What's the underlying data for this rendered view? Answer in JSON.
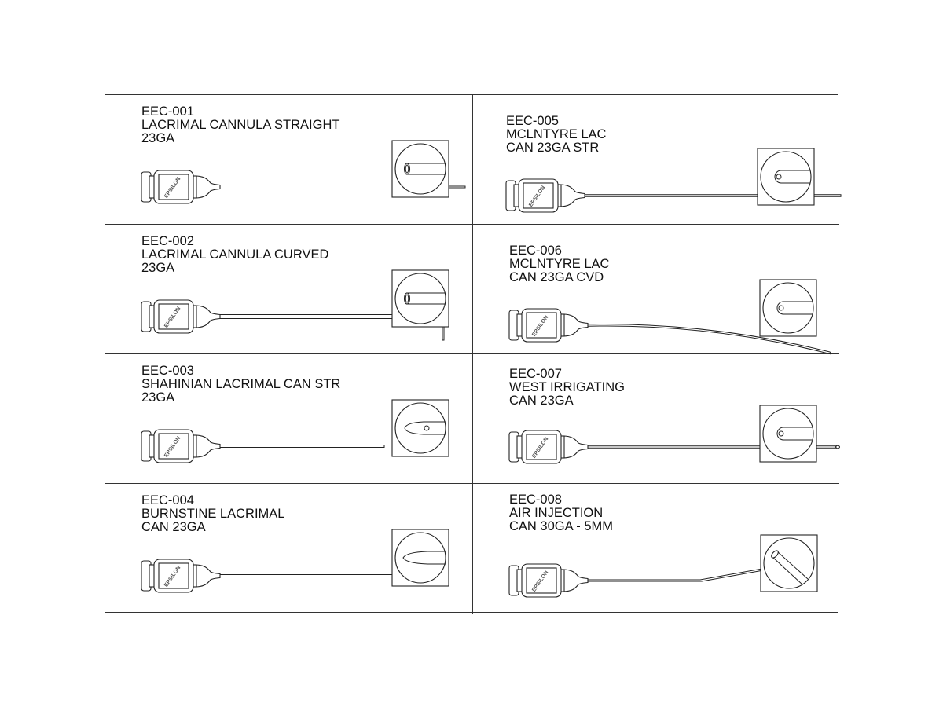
{
  "brand": "EPSILON",
  "products": [
    {
      "code": "EEC-001",
      "lines": [
        "LACRIMAL CANNULA STRAIGHT",
        "23GA"
      ]
    },
    {
      "code": "EEC-005",
      "lines": [
        "MCLNTYRE LAC",
        "CAN 23GA STR"
      ]
    },
    {
      "code": "EEC-002",
      "lines": [
        "LACRIMAL CANNULA CURVED",
        "23GA"
      ]
    },
    {
      "code": "EEC-006",
      "lines": [
        "MCLNTYRE LAC",
        "CAN 23GA CVD"
      ]
    },
    {
      "code": "EEC-003",
      "lines": [
        "SHAHINIAN LACRIMAL CAN STR",
        "23GA"
      ]
    },
    {
      "code": "EEC-007",
      "lines": [
        "WEST IRRIGATING",
        "CAN 23GA"
      ]
    },
    {
      "code": "EEC-004",
      "lines": [
        "BURNSTINE LACRIMAL",
        "CAN 23GA"
      ]
    },
    {
      "code": "EEC-008",
      "lines": [
        "AIR INJECTION",
        "CAN 30GA - 5MM"
      ]
    }
  ]
}
